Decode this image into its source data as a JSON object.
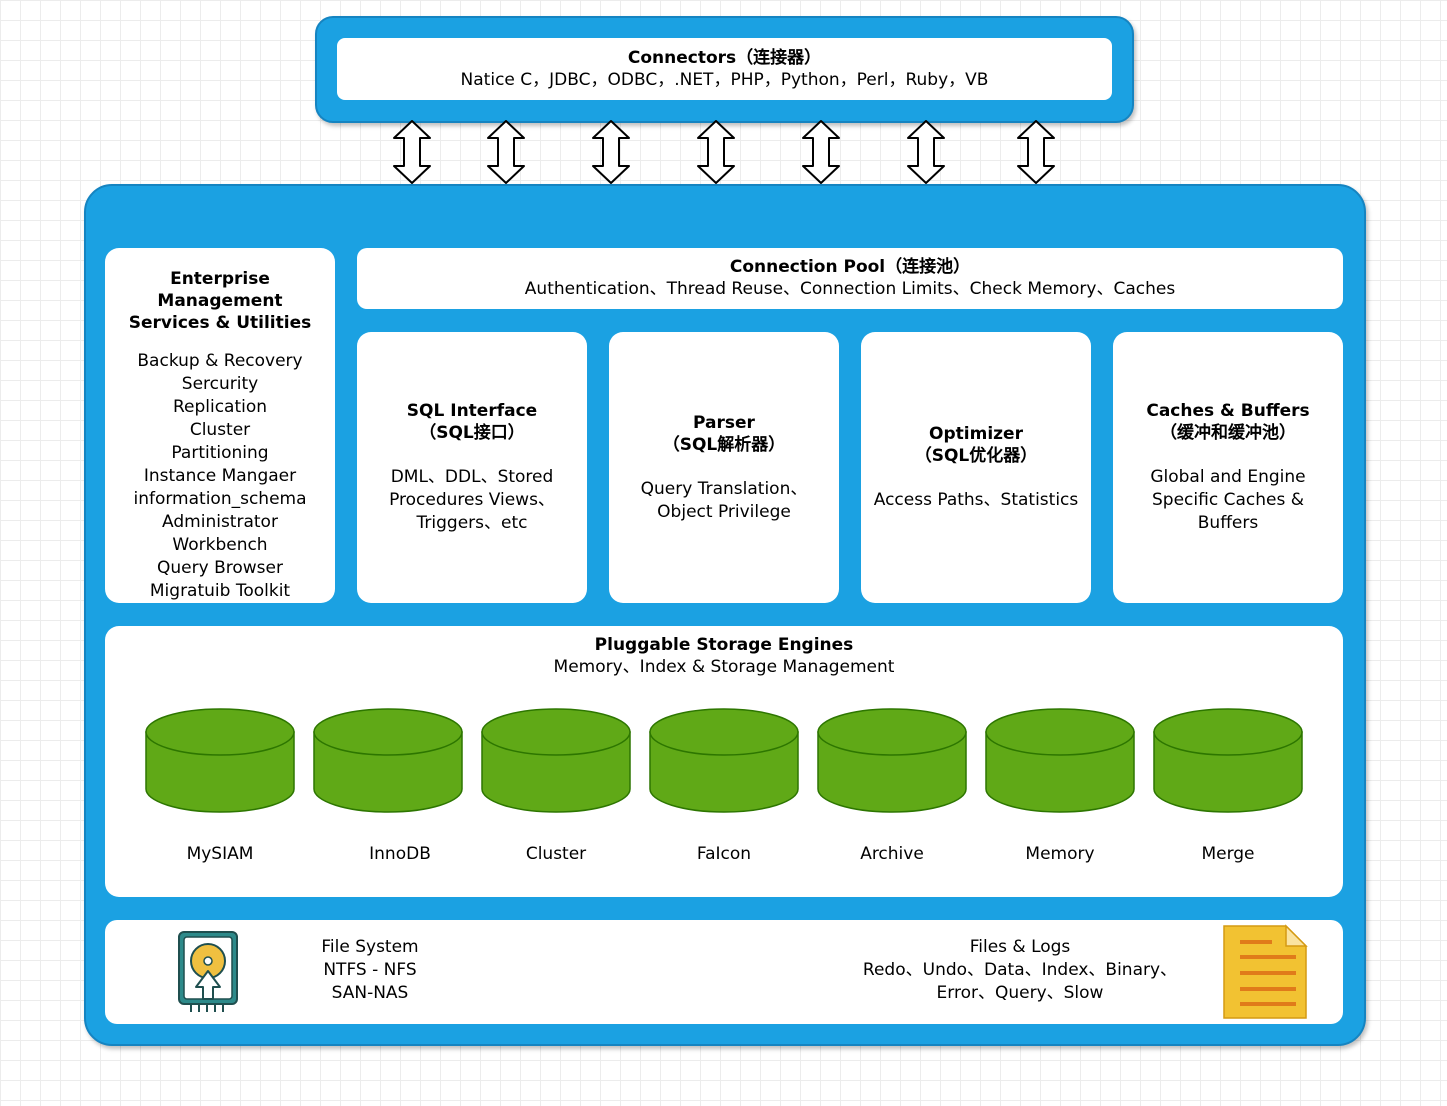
{
  "connectors": {
    "title": "Connectors（连接器）",
    "items": "Natice C，JDBC，ODBC，.NET，PHP，Python，Perl，Ruby，VB"
  },
  "enterprise": {
    "title_line1": "Enterprise Management",
    "title_line2": "Services & Utilities",
    "items": [
      "Backup & Recovery",
      "Sercurity",
      "Replication",
      "Cluster",
      "Partitioning",
      "Instance Mangaer",
      "information_schema",
      "Administrator",
      "Workbench",
      "Query Browser",
      "Migratuib Toolkit"
    ]
  },
  "connection_pool": {
    "title": "Connection Pool（连接池）",
    "items": "Authentication、Thread Reuse、Connection Limits、Check Memory、Caches"
  },
  "sql_interface": {
    "title_line1": "SQL Interface",
    "title_line2": "（SQL接口）",
    "desc_lines": [
      "DML、DDL、Stored",
      "Procedures Views、",
      "Triggers、etc"
    ]
  },
  "parser": {
    "title_line1": "Parser",
    "title_line2": "（SQL解析器）",
    "desc_lines": [
      "Query Translation、",
      "Object Privilege"
    ]
  },
  "optimizer": {
    "title_line1": "Optimizer",
    "title_line2": "（SQL优化器）",
    "desc_lines": [
      "Access Paths、Statistics"
    ]
  },
  "caches": {
    "title_line1": "Caches & Buffers",
    "title_line2": "（缓冲和缓冲池）",
    "desc_lines": [
      "Global and Engine",
      "Specific Caches &",
      "Buffers"
    ]
  },
  "storage": {
    "title": "Pluggable Storage Engines",
    "subtitle": "Memory、Index & Storage Management",
    "engines": [
      "MySIAM",
      "InnoDB",
      "Cluster",
      "FaIcon",
      "Archive",
      "Memory",
      "Merge"
    ],
    "engine_color": "#60a917"
  },
  "filesystem": {
    "lines": [
      "File System",
      "NTFS - NFS",
      "SAN-NAS"
    ]
  },
  "files_logs": {
    "lines": [
      "Files & Logs",
      "Redo、Undo、Data、Index、Binary、",
      "Error、Query、Slow"
    ]
  },
  "colors": {
    "container": "#1ba1e2",
    "engine": "#60a917",
    "doc": "#f2c232"
  }
}
